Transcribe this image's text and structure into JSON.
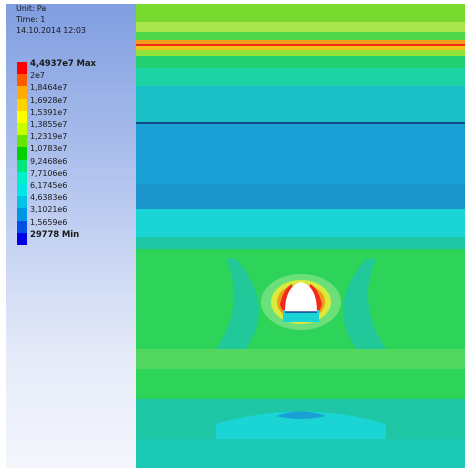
{
  "header": {
    "unit": "Unit: Pa",
    "time": "Time: 1",
    "date": "14.10.2014 12:03"
  },
  "legend": {
    "entries": [
      {
        "label": "4,4937e7 Max",
        "color": "#ff0000",
        "bold": true
      },
      {
        "label": "2e7",
        "color": "#ff5a00",
        "bold": false
      },
      {
        "label": "1,8464e7",
        "color": "#ffaa00",
        "bold": false
      },
      {
        "label": "1,6928e7",
        "color": "#ffd200",
        "bold": false
      },
      {
        "label": "1,5391e7",
        "color": "#ffff00",
        "bold": false
      },
      {
        "label": "1,3855e7",
        "color": "#c8ff00",
        "bold": false
      },
      {
        "label": "1,2319e7",
        "color": "#64e600",
        "bold": false
      },
      {
        "label": "1,0783e7",
        "color": "#00d200",
        "bold": false
      },
      {
        "label": "9,2468e6",
        "color": "#00e67d",
        "bold": false
      },
      {
        "label": "7,7106e6",
        "color": "#00f0c8",
        "bold": false
      },
      {
        "label": "6,1745e6",
        "color": "#00e6e6",
        "bold": false
      },
      {
        "label": "4,6383e6",
        "color": "#00c3e6",
        "bold": false
      },
      {
        "label": "3,1021e6",
        "color": "#0096e6",
        "bold": false
      },
      {
        "label": "1,5659e6",
        "color": "#0050e6",
        "bold": false
      },
      {
        "label": "29778 Min",
        "color": "#0000e6",
        "bold": true
      }
    ]
  },
  "colors": {
    "green": "#2ed35a",
    "light_green": "#6be07a",
    "yellow_green": "#a9e64d",
    "orange": "#f29a1a",
    "red": "#f22a1a",
    "cyan": "#1bd4d4",
    "teal": "#1ec6a6",
    "blue": "#1b94cc",
    "light_blue": "#1aa9d6",
    "navy": "#0b1f8f",
    "void": "#ffffff"
  }
}
